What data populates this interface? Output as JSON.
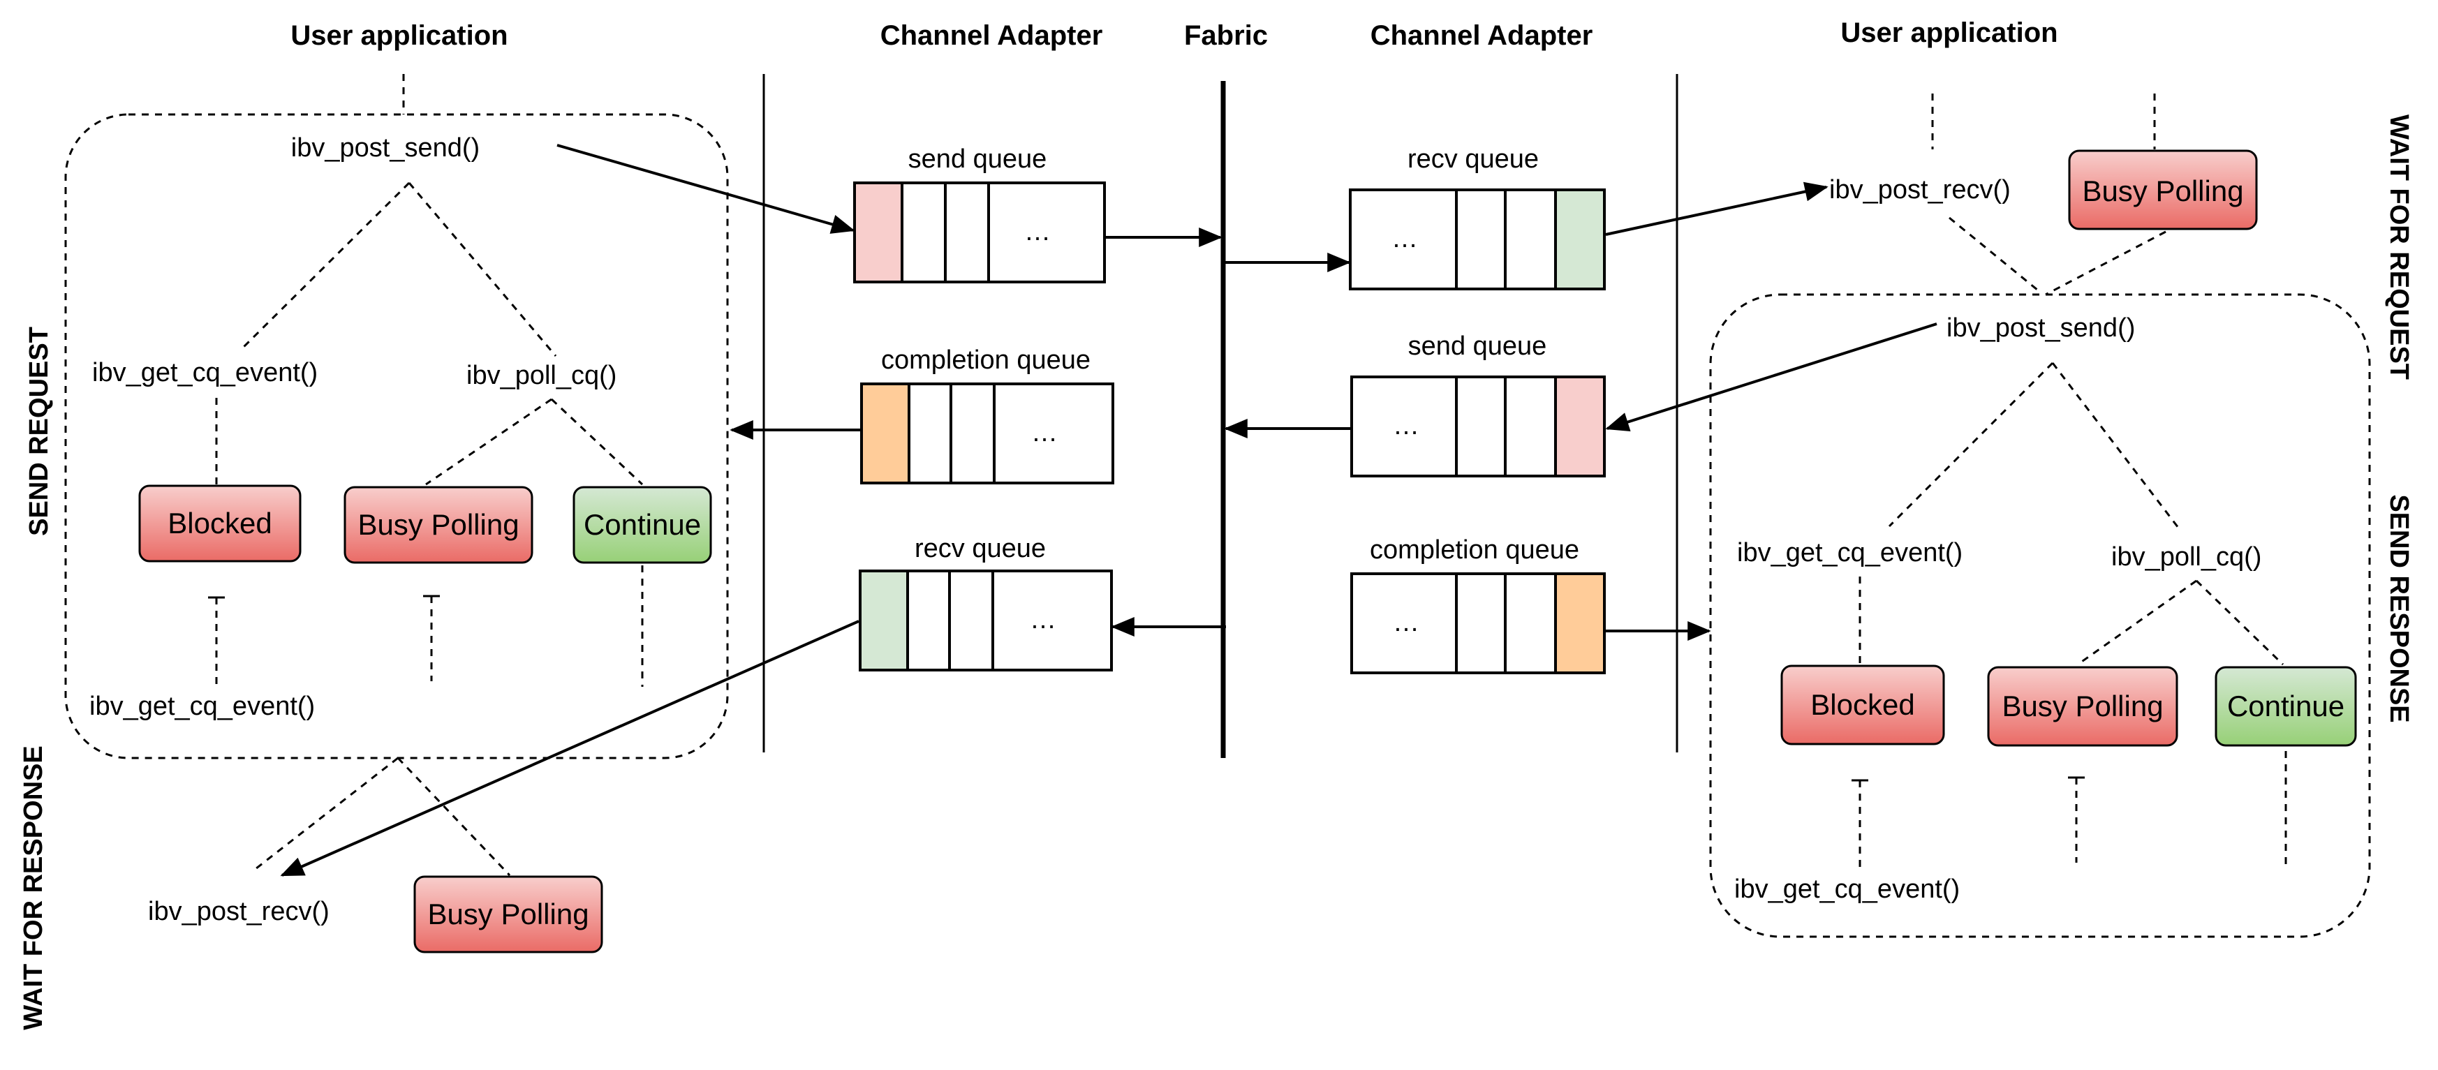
{
  "headers": {
    "left_app": "User application",
    "left_ca": "Channel Adapter",
    "fabric": "Fabric",
    "right_ca": "Channel Adapter",
    "right_app": "User application"
  },
  "side_labels": {
    "send_request": "SEND REQUEST",
    "wait_for_response": "WAIT FOR RESPONSE",
    "wait_for_request": "WAIT FOR REQUEST",
    "send_response": "SEND RESPONSE"
  },
  "left": {
    "post_send": "ibv_post_send()",
    "get_cq_event": "ibv_get_cq_event()",
    "poll_cq": "ibv_poll_cq()",
    "blocked": "Blocked",
    "busy_polling": "Busy Polling",
    "continue": "Continue",
    "get_cq_event_bottom": "ibv_get_cq_event()",
    "post_recv": "ibv_post_recv()",
    "busy_polling_bottom": "Busy Polling"
  },
  "right": {
    "post_recv": "ibv_post_recv()",
    "busy_polling_top": "Busy Polling",
    "post_send": "ibv_post_send()",
    "get_cq_event": "ibv_get_cq_event()",
    "poll_cq": "ibv_poll_cq()",
    "blocked": "Blocked",
    "busy_polling": "Busy Polling",
    "continue": "Continue",
    "get_cq_event_bottom": "ibv_get_cq_event()"
  },
  "queues": {
    "left_send": "send queue",
    "left_completion": "completion queue",
    "left_recv": "recv queue",
    "right_recv": "recv queue",
    "right_send": "send queue",
    "right_completion": "completion queue",
    "ellipsis": "…"
  },
  "colors": {
    "send_fill": "#f8cecc",
    "completion_fill": "#ffcc99",
    "recv_fill": "#d5e8d4",
    "red_top": "#f8cecc",
    "red_bottom": "#ea6b66",
    "green_top": "#d5e8d4",
    "green_bottom": "#97d077"
  }
}
